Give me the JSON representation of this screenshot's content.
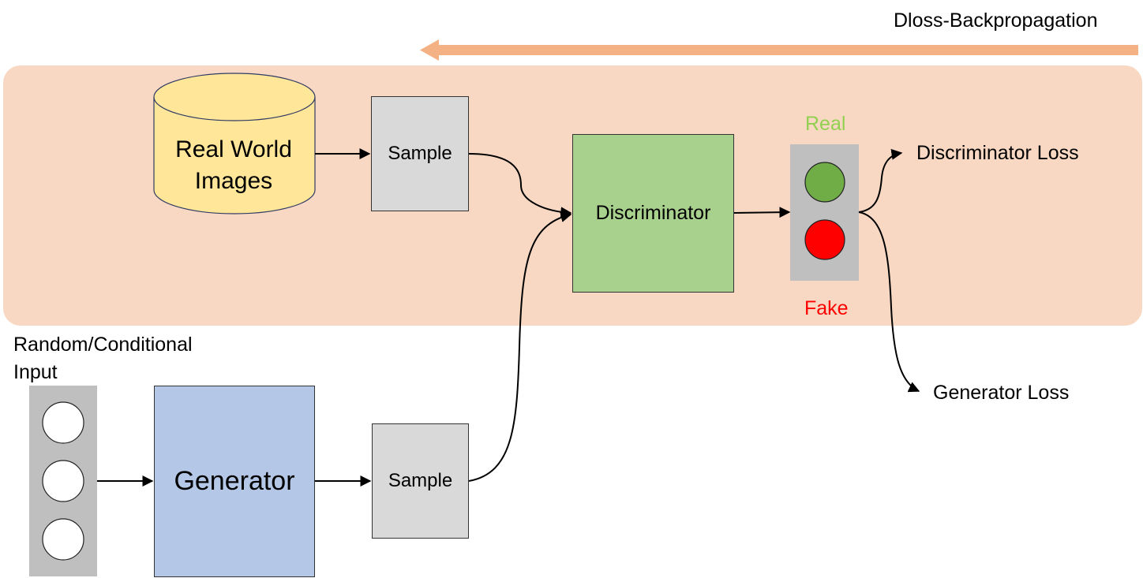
{
  "labels": {
    "backprop": "Dloss-Backpropagation",
    "real_world_line1": "Real World",
    "real_world_line2": "Images",
    "sample_top": "Sample",
    "sample_bottom": "Sample",
    "discriminator": "Discriminator",
    "generator": "Generator",
    "real": "Real",
    "fake": "Fake",
    "discriminator_loss": "Discriminator Loss",
    "generator_loss": "Generator Loss",
    "input_line1": "Random/Conditional",
    "input_line2": "Input"
  },
  "colors": {
    "panel": "#f8d8c3",
    "backprop_arrow": "#f4b183",
    "cylinder": "#ffe699",
    "sample": "#d9d9d9",
    "discriminator": "#a9d18e",
    "generator": "#b4c7e7",
    "gray_column": "#bfbfbf",
    "real_green": "#70ad47",
    "fake_red": "#ff0000",
    "real_text": "#92d050",
    "fake_text": "#ff0000"
  }
}
